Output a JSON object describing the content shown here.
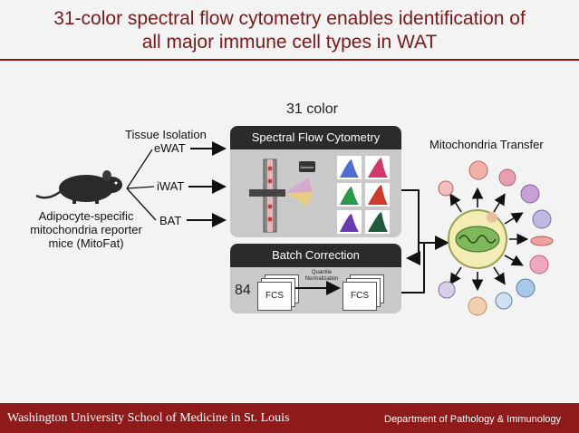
{
  "slide": {
    "title_line1": "31-color spectral flow cytometry enables identification of",
    "title_line2": "all major immune cell types in WAT"
  },
  "diagram": {
    "color_count": "31 color",
    "tissue_isolation": "Tissue Isolation",
    "tissues": [
      "eWAT",
      "iWAT",
      "BAT"
    ],
    "mouse_caption": [
      "Adipocyte-specific",
      "mitochondria reporter",
      "mice (MitoFat)"
    ],
    "spectral_panel_title": "Spectral Flow Cytometry",
    "detector_label": "Detector",
    "batch_panel_title": "Batch Correction",
    "sample_count": "84",
    "fcs_label": "FCS",
    "normalization_label_line1": "Quantile",
    "normalization_label_line2": "Normalization",
    "transfer_title": "Mitochondria Transfer"
  },
  "footer": {
    "institution": "Washington University School of Medicine in St. Louis",
    "department": "Department of Pathology & Immunology"
  },
  "colors": {
    "brand_red": "#8e1a1a",
    "panel_dark": "#2b2b2b",
    "panel_gray": "#c9c9c9"
  }
}
